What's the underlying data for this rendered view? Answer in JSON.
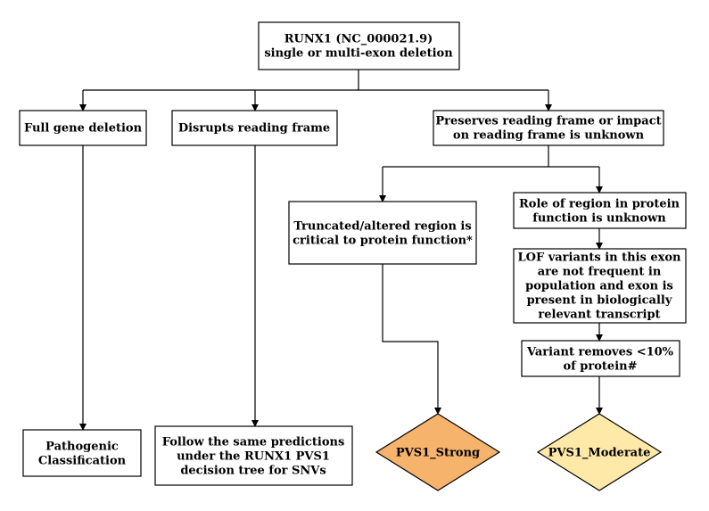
{
  "colors": {
    "strong_fill": "#F5B36B",
    "moderate_fill": "#FFE9A8",
    "box_fill": "#ffffff",
    "line": "#000000"
  },
  "nodes": {
    "root": [
      "RUNX1 (NC_000021.9)",
      "single or multi-exon deletion"
    ],
    "full_gene": [
      "Full gene deletion"
    ],
    "disrupts": [
      "Disrupts reading frame"
    ],
    "preserves": [
      "Preserves reading frame or impact",
      "on reading frame is unknown"
    ],
    "truncated": [
      "Truncated/altered region is",
      "critical to protein function*"
    ],
    "role_unknown": [
      "Role of region in protein",
      "function is unknown"
    ],
    "lof": [
      "LOF variants in this exon",
      "are  not frequent in",
      "population and exon is",
      "present in biologically",
      "relevant transcript"
    ],
    "removes": [
      "Variant removes <10%",
      "of protein#"
    ],
    "pathogenic": [
      "Pathogenic",
      "Classification"
    ],
    "follow": [
      "Follow the same predictions",
      "under the RUNX1 PVS1",
      "decision tree for SNVs"
    ],
    "strong": [
      "PVS1_Strong"
    ],
    "moderate": [
      "PVS1_Moderate"
    ]
  }
}
